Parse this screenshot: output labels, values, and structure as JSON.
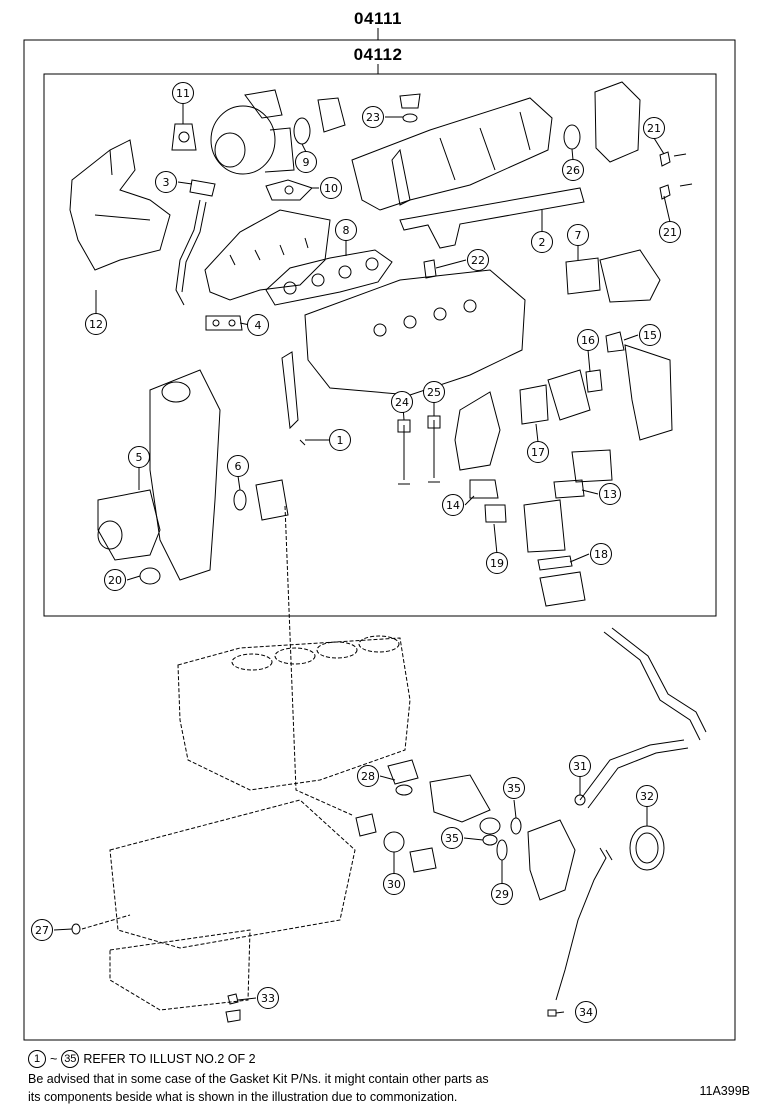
{
  "header": {
    "outer_code": "04111",
    "inner_code": "04112"
  },
  "callouts": [
    {
      "n": "1"
    },
    {
      "n": "2"
    },
    {
      "n": "3"
    },
    {
      "n": "4"
    },
    {
      "n": "5"
    },
    {
      "n": "6"
    },
    {
      "n": "7"
    },
    {
      "n": "8"
    },
    {
      "n": "9"
    },
    {
      "n": "10"
    },
    {
      "n": "11"
    },
    {
      "n": "12"
    },
    {
      "n": "13"
    },
    {
      "n": "14"
    },
    {
      "n": "15"
    },
    {
      "n": "16"
    },
    {
      "n": "17"
    },
    {
      "n": "18"
    },
    {
      "n": "19"
    },
    {
      "n": "20"
    },
    {
      "n": "21"
    },
    {
      "n": "21"
    },
    {
      "n": "22"
    },
    {
      "n": "23"
    },
    {
      "n": "24"
    },
    {
      "n": "25"
    },
    {
      "n": "26"
    },
    {
      "n": "27"
    },
    {
      "n": "28"
    },
    {
      "n": "29"
    },
    {
      "n": "30"
    },
    {
      "n": "31"
    },
    {
      "n": "32"
    },
    {
      "n": "33"
    },
    {
      "n": "34"
    },
    {
      "n": "35"
    },
    {
      "n": "35"
    }
  ],
  "footer": {
    "ref_start": "1",
    "ref_tilde": "~",
    "ref_end": "35",
    "ref_text": "REFER TO ILLUST NO.2 OF 2",
    "note_line1": "Be advised that in some case of the Gasket Kit P/Ns.  it might contain other parts as",
    "note_line2": "its components beside what is shown in the illustration due to commonization.",
    "illustration_code": "11A399B"
  }
}
